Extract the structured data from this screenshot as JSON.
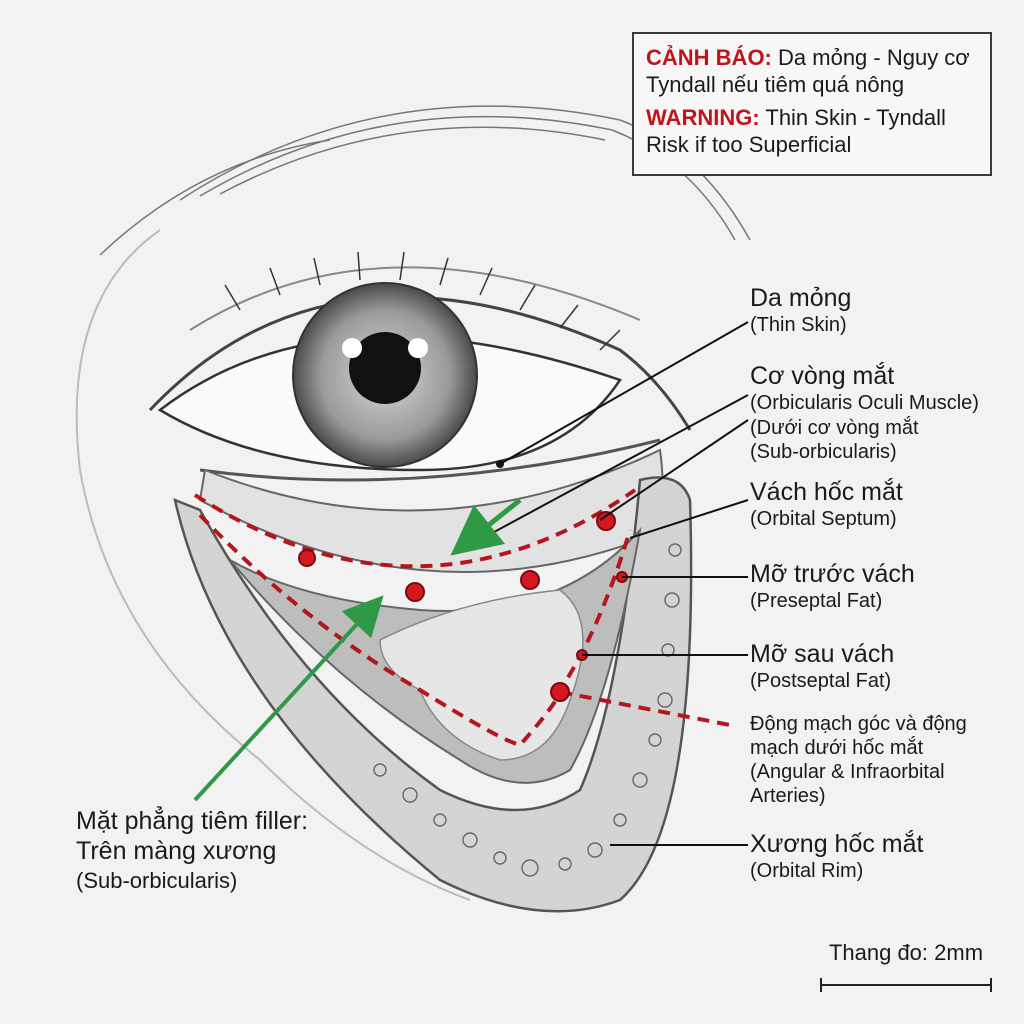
{
  "warning": {
    "vi_prefix": "CẢNH BÁO:",
    "vi_text": "Da mỏng - Nguy cơ Tyndall nếu tiêm quá nông",
    "en_prefix": "WARNING:",
    "en_text": "Thin Skin - Tyndall Risk if too Superficial"
  },
  "labels": {
    "thin_skin": {
      "vi": "Da mỏng",
      "en": "(Thin Skin)"
    },
    "orbicularis": {
      "vi": "Cơ vòng mắt",
      "en": "(Orbicularis Oculi Muscle)"
    },
    "sub_orb": {
      "vi": "(Dưới cơ vòng mắt",
      "en": "(Sub-orbicularis)"
    },
    "septum": {
      "vi": "Vách hốc mắt",
      "en": "(Orbital Septum)"
    },
    "preseptal": {
      "vi": "Mỡ trước vách",
      "en": "(Preseptal Fat)"
    },
    "postseptal": {
      "vi": "Mỡ sau vách",
      "en": "(Postseptal Fat)"
    },
    "arteries": {
      "vi": "Động mạch góc và động mạch dưới hốc mắt",
      "en": "(Angular & Infraorbital Arteries)"
    },
    "rim": {
      "vi": "Xương hốc mắt",
      "en": "(Orbital Rim)"
    }
  },
  "injection_plane": {
    "line1": "Mặt phẳng tiêm filler:",
    "line2": "Trên màng xương",
    "line3": "(Sub-orbicularis)"
  },
  "scale": {
    "label": "Thang đo: 2mm"
  },
  "colors": {
    "warning": "#c0141c",
    "artery": "#b3161c",
    "arrow": "#2f9a45",
    "ink": "#1a1a1a"
  }
}
